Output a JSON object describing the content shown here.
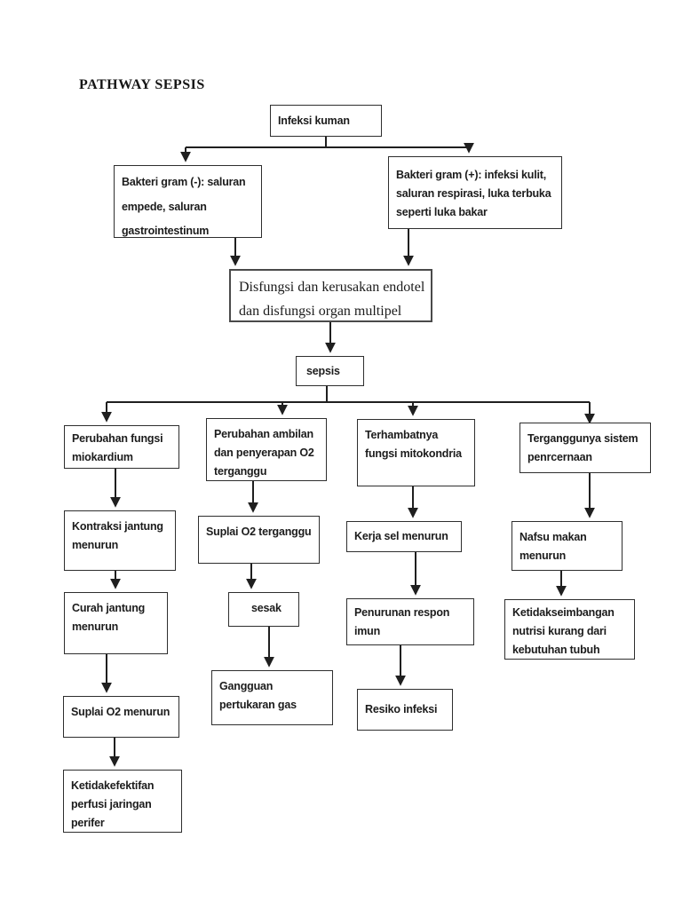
{
  "page": {
    "title": "PATHWAY SEPSIS",
    "background_color": "#ffffff",
    "ink_color": "#1f1f1f",
    "box_border_color": "#2e2e2e"
  },
  "nodes": {
    "infeksi_kuman": {
      "lines": [
        "Infeksi kuman"
      ]
    },
    "bakteri_gram_negatif": {
      "lines": [
        "Bakteri gram (-): saluran",
        "empede, saluran",
        "gastrointestinum"
      ]
    },
    "bakteri_gram_positif": {
      "lines": [
        "Bakteri gram (+): infeksi kulit,",
        "saluran respirasi, luka terbuka",
        "seperti luka bakar"
      ]
    },
    "disfungsi_endotel": {
      "lines": [
        "Disfungsi dan kerusakan endotel",
        "dan disfungsi organ multipel"
      ]
    },
    "sepsis": {
      "lines": [
        "sepsis"
      ]
    },
    "perubahan_fungsi_miokardium": {
      "lines": [
        "Perubahan fungsi",
        "miokardium"
      ]
    },
    "perubahan_ambilan_o2": {
      "lines": [
        "Perubahan ambilan",
        "dan penyerapan O2",
        "terganggu"
      ]
    },
    "terhambatnya_fungsi_mitokondria": {
      "lines": [
        "Terhambatnya",
        "fungsi mitokondria"
      ]
    },
    "terganggunya_sistem_pencernaan": {
      "lines": [
        "Terganggunya sistem",
        "penrcernaan"
      ]
    },
    "kontraksi_jantung_menurun": {
      "lines": [
        "Kontraksi jantung",
        "menurun"
      ]
    },
    "curah_jantung_menurun": {
      "lines": [
        "Curah jantung",
        "menurun"
      ]
    },
    "suplai_o2_menurun": {
      "lines": [
        "Suplai O2 menurun"
      ]
    },
    "ketidakefektifan_perfusi": {
      "lines": [
        "Ketidakefektifan",
        "perfusi jaringan",
        "perifer"
      ]
    },
    "suplai_o2_terganggu": {
      "lines": [
        "Suplai O2 terganggu"
      ]
    },
    "sesak": {
      "lines": [
        "sesak"
      ]
    },
    "gangguan_pertukaran_gas": {
      "lines": [
        "Gangguan",
        "pertukaran gas"
      ]
    },
    "kerja_sel_menurun": {
      "lines": [
        "Kerja sel menurun"
      ]
    },
    "penurunan_respon_imun": {
      "lines": [
        "Penurunan respon",
        "imun"
      ]
    },
    "resiko_infeksi": {
      "lines": [
        "Resiko infeksi"
      ]
    },
    "nafsu_makan_menurun": {
      "lines": [
        "Nafsu makan",
        "menurun"
      ]
    },
    "ketidakseimbangan_nutrisi": {
      "lines": [
        "Ketidakseimbangan",
        "nutrisi kurang dari",
        "kebutuhan tubuh"
      ]
    }
  }
}
